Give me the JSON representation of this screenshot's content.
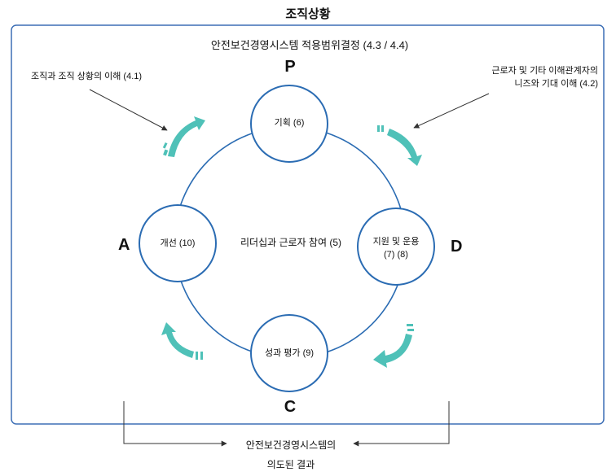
{
  "diagram": {
    "outer_title": "조직상황",
    "scope_title": "안전보건경영시스템 적용범위결정 (4.3 / 4.4)",
    "context_left": "조직과 조직 상황의 이해 (4.1)",
    "context_right_line1": "근로자 및 기타 이해관계자의",
    "context_right_line2": "니즈와 기대 이해 (4.2)",
    "center_label": "리더십과 근로자 참여 (5)",
    "nodes": {
      "plan": {
        "letter": "P",
        "label": "기획 (6)"
      },
      "do": {
        "letter": "D",
        "label_line1": "지원 및 운용",
        "label_line2": "(7) (8)"
      },
      "check": {
        "letter": "C",
        "label": "성과 평가 (9)"
      },
      "act": {
        "letter": "A",
        "label": "개선 (10)"
      }
    },
    "outcome_line1": "안전보건경영시스템의",
    "outcome_line2": "의도된 결과",
    "colors": {
      "frame_border": "#3d6fb6",
      "circle_stroke": "#2b6cb3",
      "cycle_arrow": "#4fc1b8",
      "pointer": "#333333"
    }
  }
}
